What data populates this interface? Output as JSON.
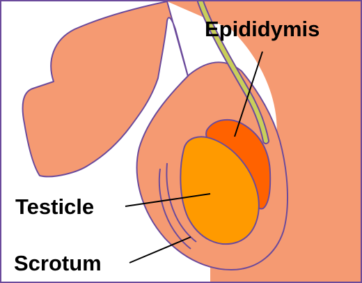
{
  "labels": {
    "epididymis": "Epididymis",
    "testicle": "Testicle",
    "scrotum": "Scrotum"
  },
  "colors": {
    "skin": "#f59a72",
    "outline": "#6b4a9b",
    "testicle": "#ff9a00",
    "epididymis": "#ff6200",
    "vas_deferens": "#c9cf5a",
    "border": "#6b4a9b",
    "leader_line": "#000000",
    "background": "#ffffff"
  }
}
